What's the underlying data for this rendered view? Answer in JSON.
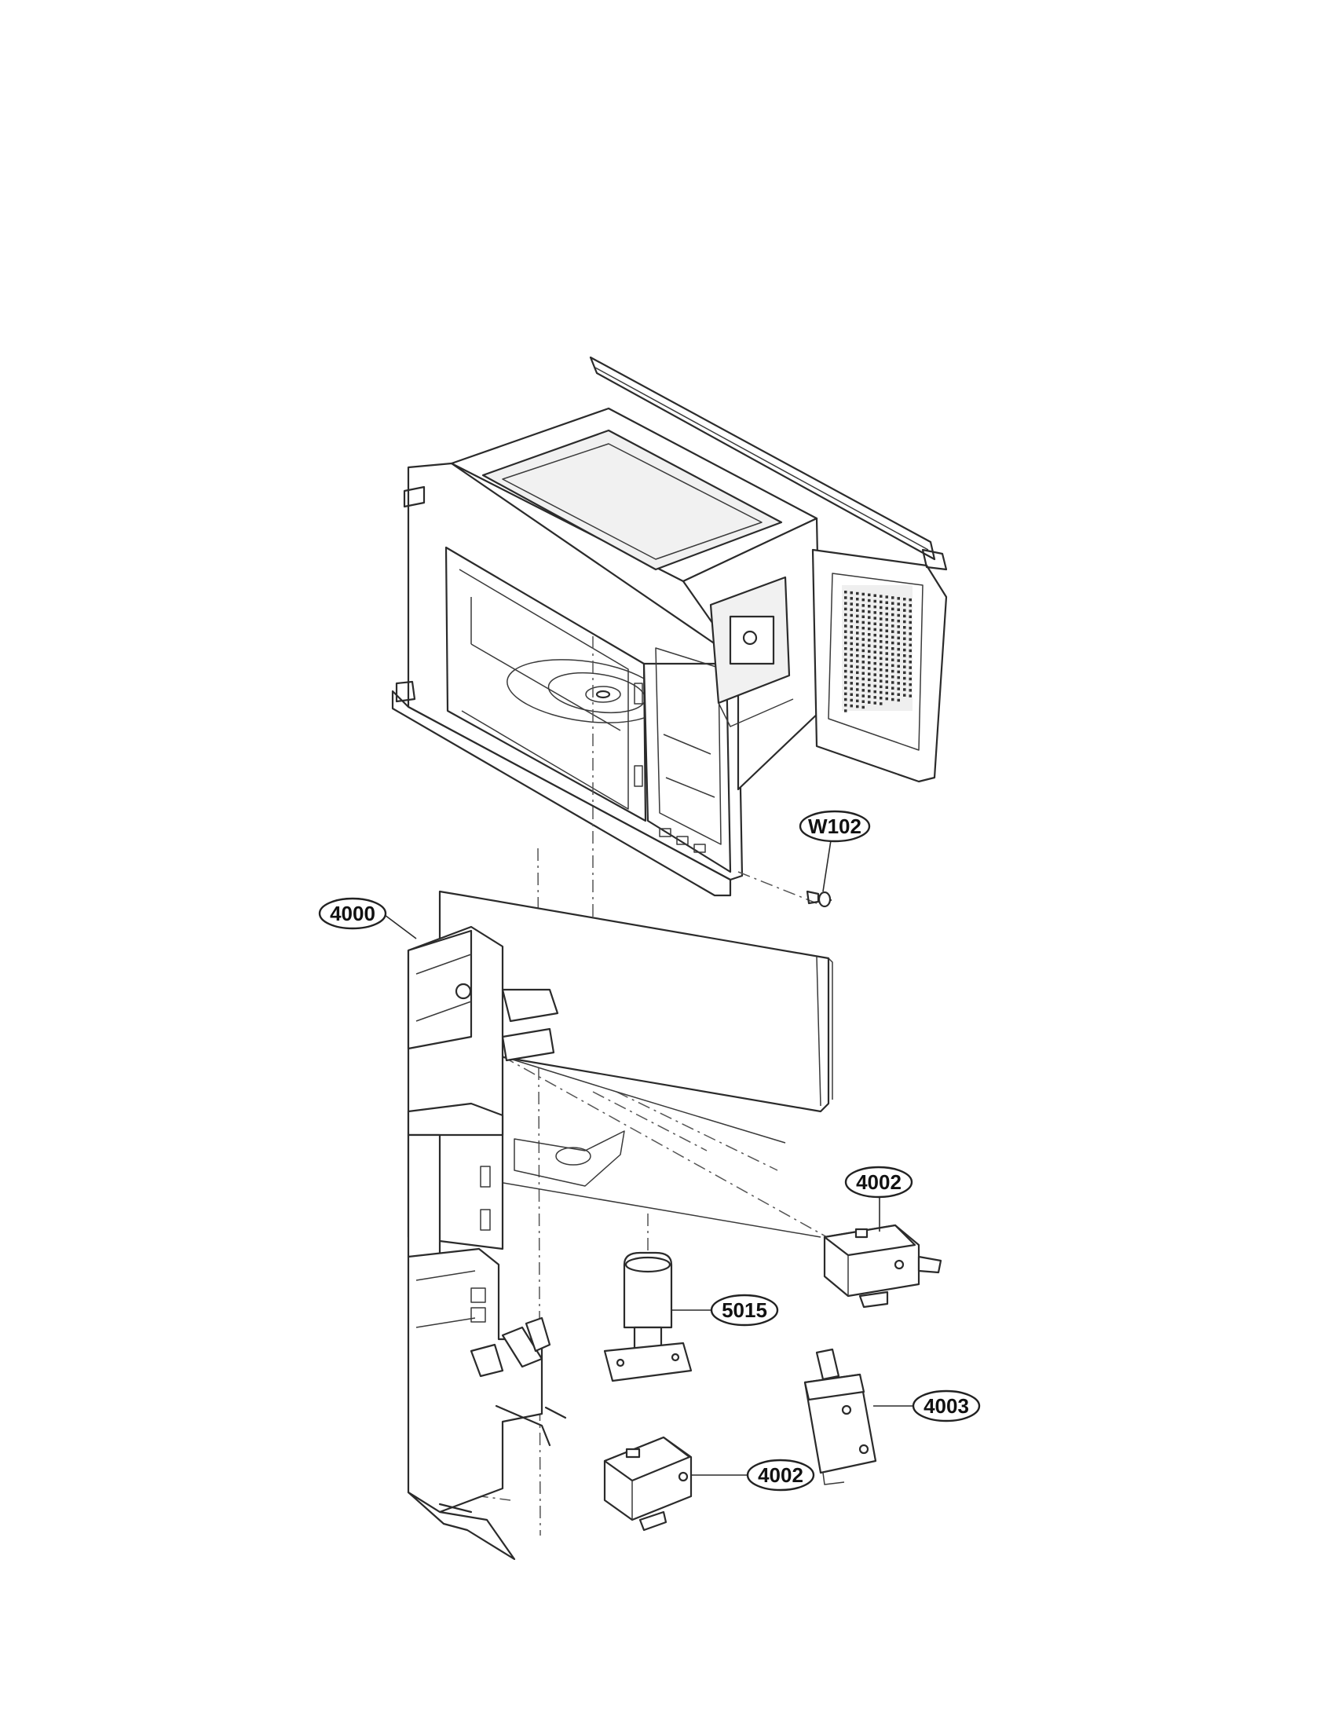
{
  "callouts": [
    {
      "id": "W102",
      "label": "W102"
    },
    {
      "id": "4000",
      "label": "4000"
    },
    {
      "id": "4002a",
      "label": "4002"
    },
    {
      "id": "5015",
      "label": "5015"
    },
    {
      "id": "4003",
      "label": "4003"
    },
    {
      "id": "4002b",
      "label": "4002"
    }
  ]
}
